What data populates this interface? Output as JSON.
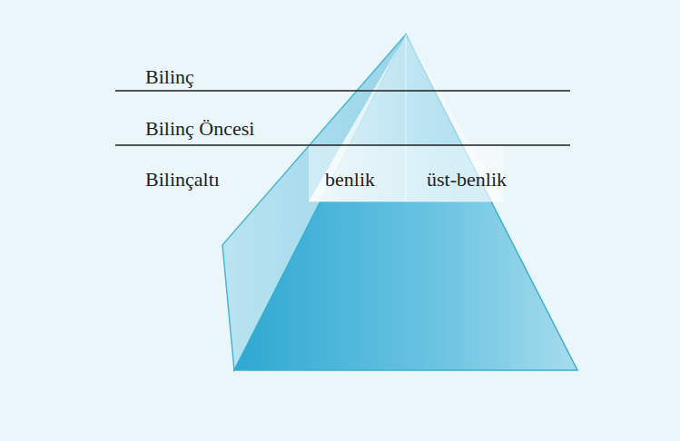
{
  "diagram": {
    "labels": [
      "Bilinç",
      "Bilinç Öncesi",
      "Bilinçaltı",
      "benlik",
      "üst-benlik"
    ]
  }
}
